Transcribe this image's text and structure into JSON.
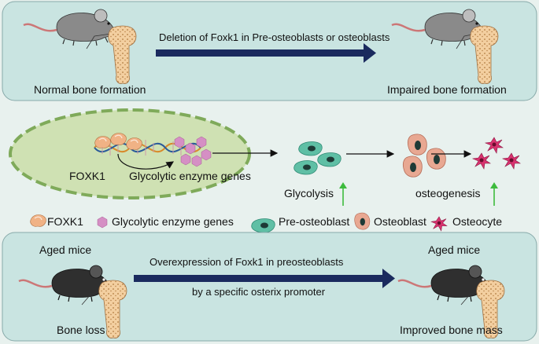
{
  "top_panel": {
    "arrow_label": "Deletion of Foxk1 in Pre-osteoblasts or osteoblasts",
    "left_caption": "Normal bone formation",
    "right_caption": "Impaired  bone formation"
  },
  "middle_panel": {
    "foxk1_label": "FOXK1",
    "gene_label": "Glycolytic enzyme genes",
    "glycolysis_label": "Glycolysis",
    "osteogenesis_label": "osteogenesis"
  },
  "legend": [
    {
      "icon": "foxk1-icon",
      "label": "FOXK1"
    },
    {
      "icon": "glycolytic-enzyme-gene-icon",
      "label": "Glycolytic enzyme genes"
    },
    {
      "icon": "pre-osteoblast-icon",
      "label": "Pre-osteoblast"
    },
    {
      "icon": "osteoblast-icon",
      "label": "Osteoblast"
    },
    {
      "icon": "osteocyte-icon",
      "label": "Osteocyte"
    }
  ],
  "bottom_panel": {
    "left_title": "Aged mice",
    "right_title": "Aged mice",
    "arrow_label_line1": "Overexpression of Foxk1 in preosteoblasts",
    "arrow_label_line2": "by a specific osterix promoter",
    "left_caption": "Bone loss",
    "right_caption": "Improved bone mass"
  },
  "colors": {
    "panel_bg": "#c9e4e1",
    "arrow": "#1a2a5e",
    "nucleus_fill": "#c5da9a",
    "nucleus_stroke": "#7faa5a",
    "pre_osteoblast": "#5fbfa5",
    "osteoblast": "#e8a892",
    "osteocyte": "#d8336f",
    "gene_hexagon": "#d58fc4",
    "up_arrow": "#3dbb3d",
    "bone": "#f3cfa0"
  }
}
